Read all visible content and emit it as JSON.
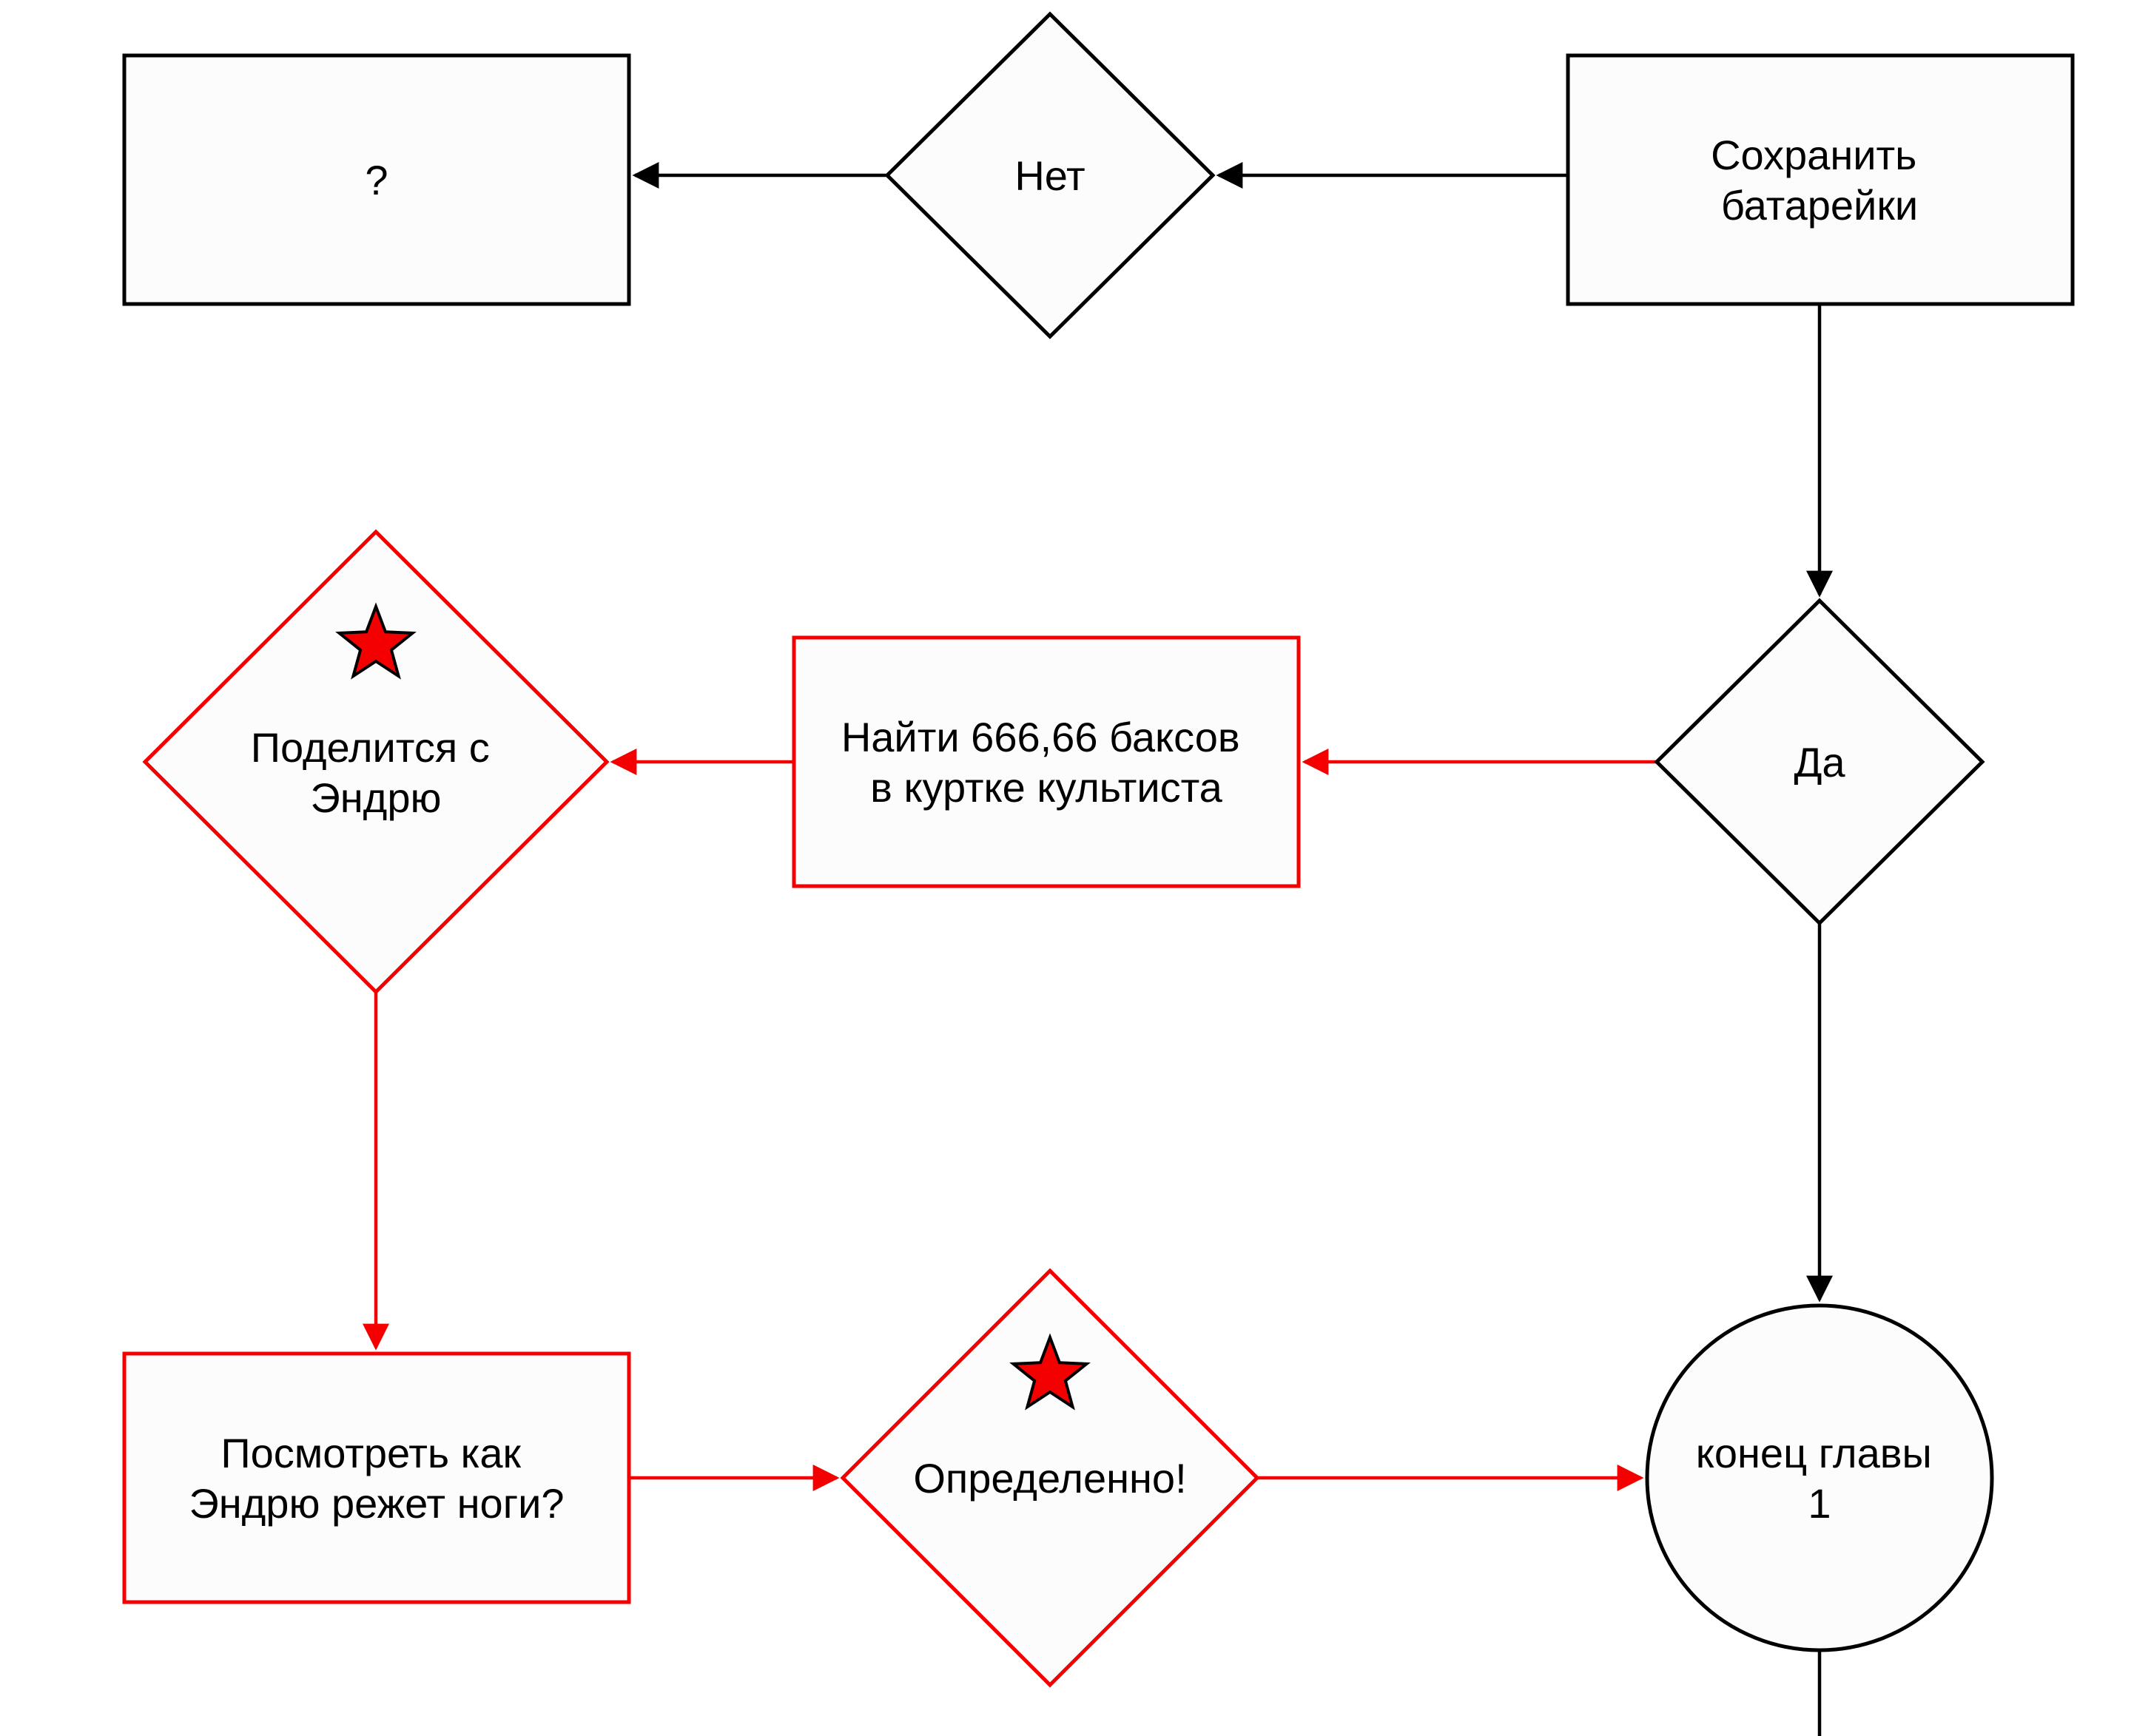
{
  "diagram": {
    "type": "flowchart",
    "background": "#ffffff",
    "colors": {
      "black": "#000000",
      "red": "#f40000",
      "shape_fill": "#fcfcfc"
    },
    "nodes": {
      "question": {
        "shape": "rectangle",
        "accent": "black",
        "label": "?"
      },
      "no": {
        "shape": "diamond",
        "accent": "black",
        "label": "Нет"
      },
      "save_batteries": {
        "shape": "rectangle",
        "accent": "black",
        "lines": [
          "Сохранить",
          "батарейки"
        ]
      },
      "yes": {
        "shape": "diamond",
        "accent": "black",
        "label": "Да"
      },
      "find_money": {
        "shape": "rectangle",
        "accent": "red",
        "lines": [
          "Найти 666,66 баксов",
          "в куртке культиста"
        ]
      },
      "share_andrew": {
        "shape": "diamond",
        "accent": "red",
        "icon": "star",
        "lines": [
          "Поделится с",
          "Эндрю"
        ]
      },
      "watch_andrew": {
        "shape": "rectangle",
        "accent": "red",
        "lines": [
          "Посмотреть как",
          "Эндрю режет ноги?"
        ]
      },
      "definitely": {
        "shape": "diamond",
        "accent": "red",
        "icon": "star",
        "label": "Определенно!"
      },
      "end_chapter": {
        "shape": "circle",
        "accent": "black",
        "lines": [
          "конец главы",
          "1"
        ]
      }
    },
    "edges": [
      {
        "from": "save_batteries",
        "to": "no",
        "color": "black"
      },
      {
        "from": "no",
        "to": "question",
        "color": "black"
      },
      {
        "from": "save_batteries",
        "to": "yes",
        "color": "black"
      },
      {
        "from": "yes",
        "to": "find_money",
        "color": "red"
      },
      {
        "from": "find_money",
        "to": "share_andrew",
        "color": "red"
      },
      {
        "from": "share_andrew",
        "to": "watch_andrew",
        "color": "red"
      },
      {
        "from": "watch_andrew",
        "to": "definitely",
        "color": "red"
      },
      {
        "from": "definitely",
        "to": "end_chapter",
        "color": "red"
      },
      {
        "from": "yes",
        "to": "end_chapter",
        "color": "black"
      },
      {
        "from": "end_chapter",
        "to": "offscreen_bottom",
        "color": "black"
      }
    ]
  }
}
